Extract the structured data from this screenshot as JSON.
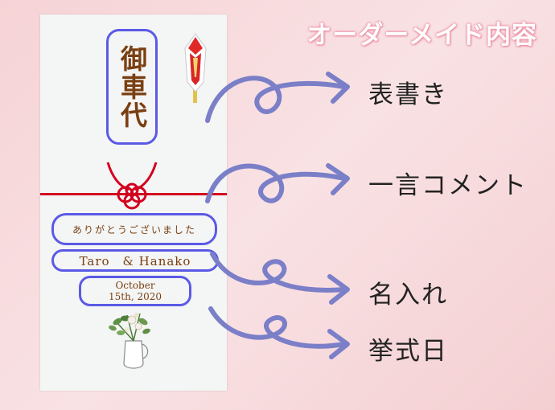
{
  "envelope": {
    "omote_text": "御車代",
    "comment_text": "ありがとうございました",
    "names_text": "Taro　& Hanako",
    "date_line1": "October",
    "date_line2": "15th, 2020"
  },
  "title": "オーダーメイド内容",
  "labels": {
    "hyogaki": "表書き",
    "comment": "一言コメント",
    "name": "名入れ",
    "date": "挙式日"
  },
  "colors": {
    "frame": "#5a5ae6",
    "arrow": "#7b7fc8",
    "mizuhiki": "#d3001f",
    "title_glow": "#ec8ea4",
    "text_brown": "#7a3f10"
  }
}
